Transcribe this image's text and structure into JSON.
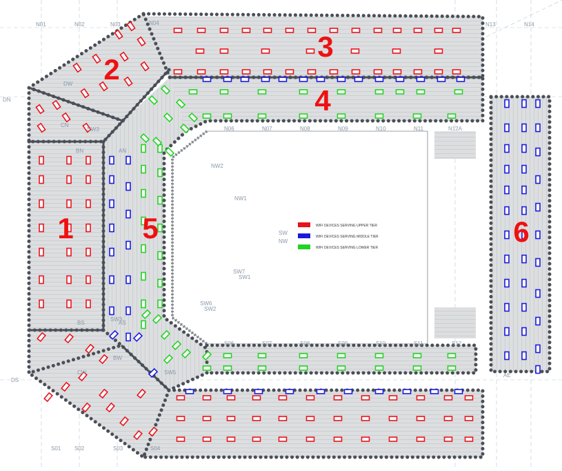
{
  "zones": [
    {
      "id": "1",
      "label": "1"
    },
    {
      "id": "2",
      "label": "2"
    },
    {
      "id": "3",
      "label": "3"
    },
    {
      "id": "4",
      "label": "4"
    },
    {
      "id": "5",
      "label": "5"
    },
    {
      "id": "6",
      "label": "6"
    }
  ],
  "legend": [
    {
      "label": "WIFI DEVICES SERVING UPPER TIER",
      "color": "#e8141c"
    },
    {
      "label": "WIFI DEVICES SERVING MIDDLE TIER",
      "color": "#1a1adc"
    },
    {
      "label": "WIFI DEVICES SERVING LOWER TIER",
      "color": "#22d322"
    }
  ],
  "grid_labels": [
    "N01",
    "N02",
    "N03",
    "N04",
    "N13",
    "N14",
    "DN",
    "DS",
    "S01",
    "S02",
    "S03",
    "S04",
    "N06",
    "N07",
    "N08",
    "N09",
    "N10",
    "N11",
    "N12A",
    "S06",
    "S07",
    "S08",
    "S09",
    "S10",
    "S11",
    "S12",
    "NW",
    "NW1",
    "NW2",
    "NW3",
    "SW",
    "SW1",
    "SW2",
    "SW3",
    "SW5",
    "SW6",
    "SW7",
    "BN",
    "BS",
    "BW",
    "CN",
    "CW",
    "DW",
    "AN",
    "AS",
    "AE"
  ],
  "colors": {
    "upper": "#e8141c",
    "middle": "#1a1adc",
    "lower": "#22d322",
    "zone_label": "#ee1111",
    "boundary": "#4a4f57",
    "seating": "#d8dadc",
    "grid": "#9ab0c4"
  }
}
